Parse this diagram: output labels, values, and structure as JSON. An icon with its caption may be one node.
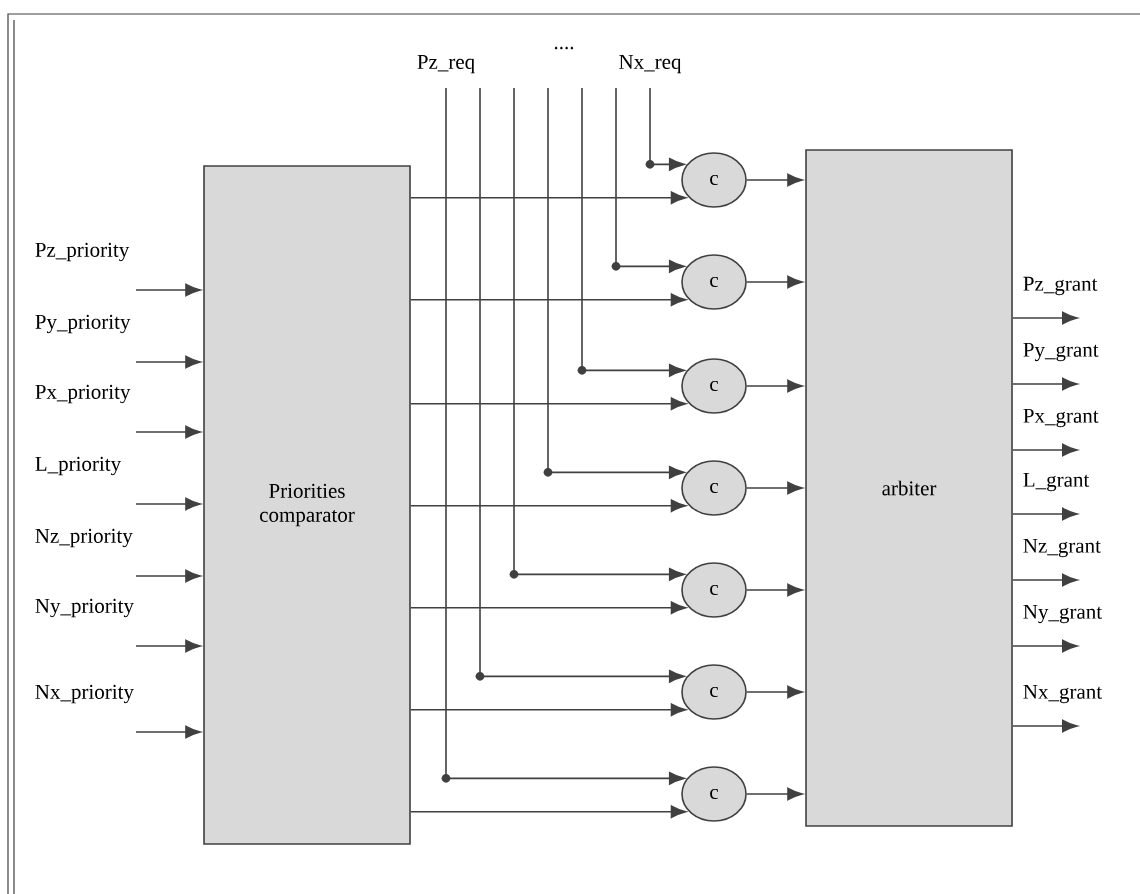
{
  "diagram": {
    "nodes": [
      {
        "text": [
          "Priorities comparator"
        ]
      },
      {
        "text": [
          "arbiter"
        ]
      },
      {
        "text": [
          "c"
        ]
      },
      {
        "text": [
          "c"
        ]
      },
      {
        "text": [
          "c"
        ]
      },
      {
        "text": [
          "c"
        ]
      },
      {
        "text": [
          "c"
        ]
      },
      {
        "text": [
          "c"
        ]
      },
      {
        "text": [
          "c"
        ]
      }
    ],
    "edges": [
      {
        "from": null,
        "to": 0,
        "arrow": "to",
        "label": "Pz_priority"
      },
      {
        "from": null,
        "to": 0,
        "arrow": "to",
        "label": "Py_priority"
      },
      {
        "from": null,
        "to": 0,
        "arrow": "to",
        "label": "Px_priority"
      },
      {
        "from": null,
        "to": 0,
        "arrow": "to",
        "label": "L_priority"
      },
      {
        "from": null,
        "to": 0,
        "arrow": "to",
        "label": "Nz_priority"
      },
      {
        "from": null,
        "to": 0,
        "arrow": "to",
        "label": "Ny_priority"
      },
      {
        "from": null,
        "to": 0,
        "arrow": "to",
        "label": "Nx_priority"
      },
      {
        "from": null,
        "to": 2,
        "arrow": "to",
        "label": "Nx_req"
      },
      {
        "from": null,
        "to": 3,
        "arrow": "to"
      },
      {
        "from": null,
        "to": 4,
        "arrow": "to"
      },
      {
        "from": null,
        "to": 5,
        "arrow": "to"
      },
      {
        "from": null,
        "to": 6,
        "arrow": "to"
      },
      {
        "from": null,
        "to": 7,
        "arrow": "to"
      },
      {
        "from": null,
        "to": 8,
        "arrow": "to",
        "label": "Pz_req"
      },
      {
        "from": 0,
        "to": 2,
        "arrow": "to"
      },
      {
        "from": 0,
        "to": 3,
        "arrow": "to"
      },
      {
        "from": 0,
        "to": 4,
        "arrow": "to"
      },
      {
        "from": 0,
        "to": 5,
        "arrow": "to"
      },
      {
        "from": 0,
        "to": 6,
        "arrow": "to"
      },
      {
        "from": 0,
        "to": 7,
        "arrow": "to"
      },
      {
        "from": 0,
        "to": 8,
        "arrow": "to"
      },
      {
        "from": 2,
        "to": 1,
        "arrow": "to"
      },
      {
        "from": 3,
        "to": 1,
        "arrow": "to"
      },
      {
        "from": 4,
        "to": 1,
        "arrow": "to"
      },
      {
        "from": 5,
        "to": 1,
        "arrow": "to"
      },
      {
        "from": 6,
        "to": 1,
        "arrow": "to"
      },
      {
        "from": 7,
        "to": 1,
        "arrow": "to"
      },
      {
        "from": 8,
        "to": 1,
        "arrow": "to"
      },
      {
        "from": 1,
        "to": null,
        "arrow": "to",
        "label": "Pz_grant"
      },
      {
        "from": 1,
        "to": null,
        "arrow": "to",
        "label": "Py_grant"
      },
      {
        "from": 1,
        "to": null,
        "arrow": "to",
        "label": "Px_grant"
      },
      {
        "from": 1,
        "to": null,
        "arrow": "to",
        "label": "L_grant"
      },
      {
        "from": 1,
        "to": null,
        "arrow": "to",
        "label": "Nz_grant"
      },
      {
        "from": 1,
        "to": null,
        "arrow": "to",
        "label": "Ny_grant"
      },
      {
        "from": 1,
        "to": null,
        "arrow": "to",
        "label": "Nx_grant"
      }
    ],
    "labels": [
      "...."
    ]
  }
}
